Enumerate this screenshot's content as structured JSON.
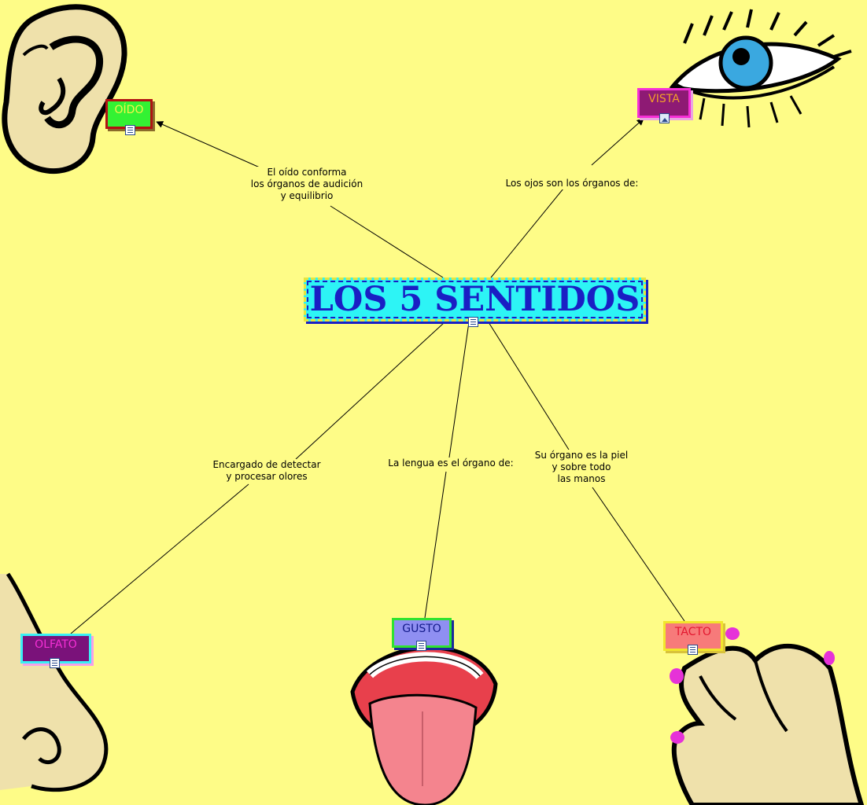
{
  "map": {
    "title": "LOS 5 SENTIDOS",
    "concepts": {
      "oido": "OÍDO",
      "vista": "VISTA",
      "olfato": "OLFATO",
      "gusto": "GUSTO",
      "tacto": "TACTO"
    },
    "links": {
      "oido": "El oído conforma\nlos órganos de audición\ny equilibrio",
      "vista": "Los ojos son los órganos de:",
      "olfato": "Encargado de detectar\ny procesar olores",
      "gusto": "La lengua es el órgano de:",
      "tacto": "Su órgano es la piel\ny sobre todo\nlas manos"
    }
  },
  "icons": {
    "title_resource": "document-icon",
    "oido_resource": "document-icon",
    "vista_resource": "image-icon",
    "olfato_resource": "document-icon",
    "gusto_resource": "document-icon",
    "tacto_resource": "document-icon"
  },
  "colors": {
    "background": "#fefc87",
    "title_fill": "#2df4f5",
    "title_text": "#1a1fc4",
    "skin": "#efe1ab",
    "iris": "#3aa8e0",
    "lips": "#e8404c",
    "tongue": "#f4848e",
    "nails": "#e632d8"
  }
}
